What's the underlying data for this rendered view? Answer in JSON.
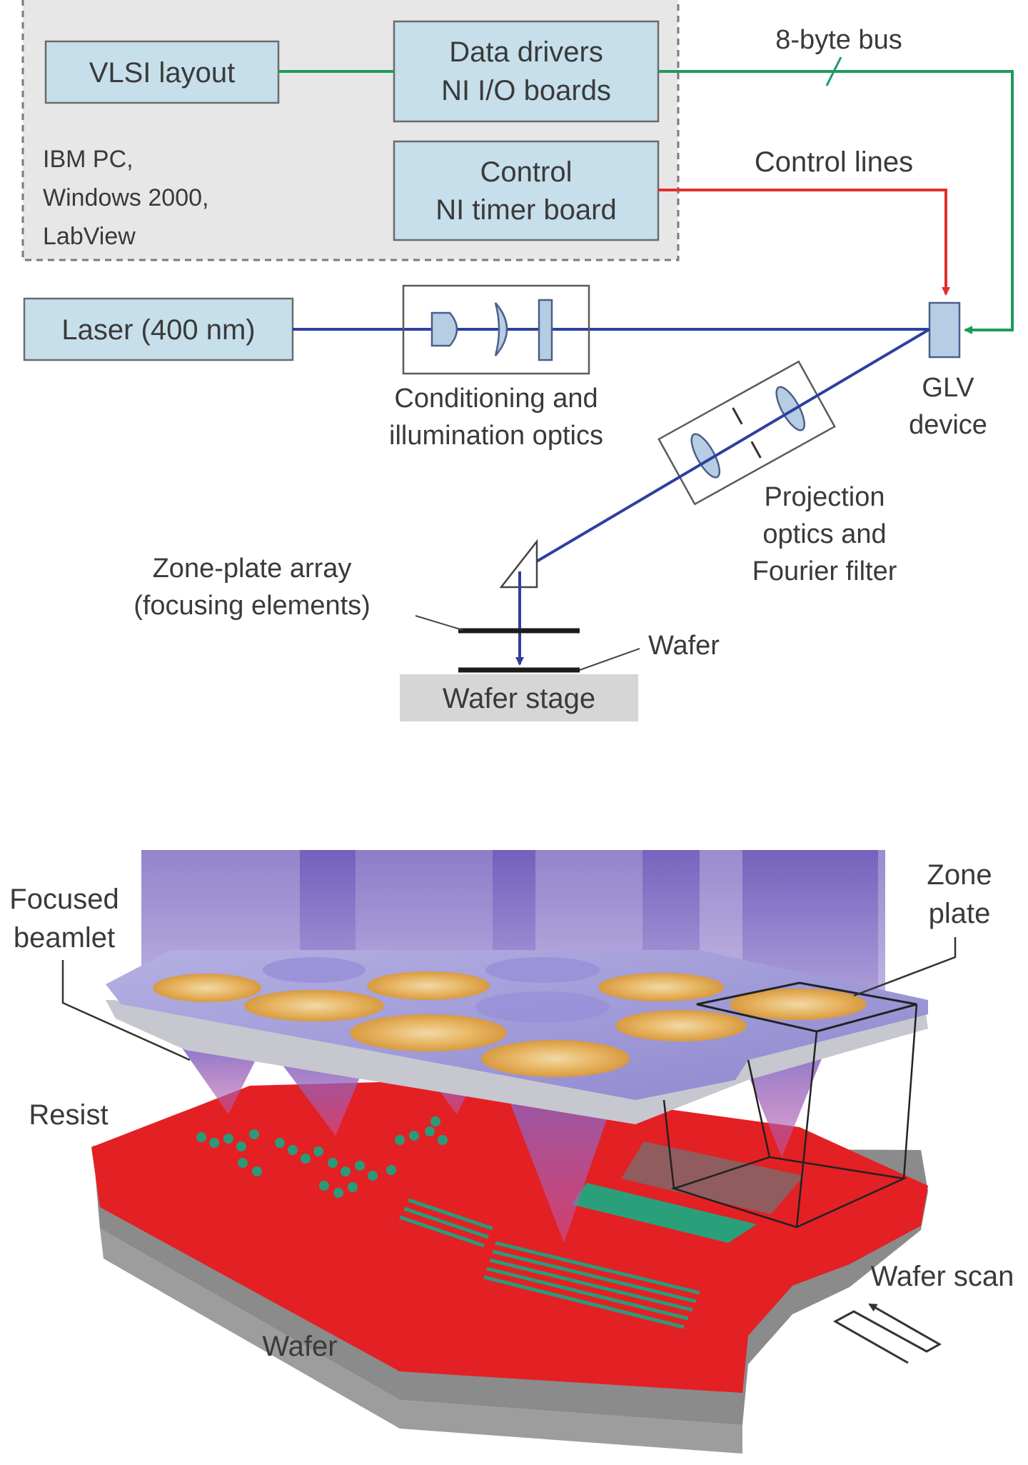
{
  "top": {
    "host": {
      "lines": [
        "IBM PC,",
        "Windows 2000,",
        "LabView"
      ]
    },
    "vlsi": "VLSI layout",
    "drivers": [
      "Data drivers",
      "NI I/O boards"
    ],
    "control": [
      "Control",
      "NI timer board"
    ],
    "bus": "8-byte bus",
    "control_lines": "Control lines",
    "laser": "Laser (400 nm)",
    "conditioning": [
      "Conditioning and",
      "illumination optics"
    ],
    "glv": [
      "GLV",
      "device"
    ],
    "projection": [
      "Projection",
      "optics and",
      "Fourier filter"
    ],
    "zone_array": [
      "Zone-plate array",
      "(focusing elements)"
    ],
    "wafer": "Wafer",
    "stage": "Wafer stage"
  },
  "bottom": {
    "focused": [
      "Focused",
      "beamlet"
    ],
    "zone_plate": [
      "Zone",
      "plate"
    ],
    "resist": "Resist",
    "wafer_scan": "Wafer scan",
    "wafer": "Wafer"
  },
  "colors": {
    "box_fill": "#c6dfea",
    "host_fill": "#e7e7e7",
    "green_line": "#1f9a5c",
    "red_line": "#e03030",
    "blue_line": "#2e3fa0",
    "resist": "#e32024",
    "lens": "#b7cde4",
    "zoneplate": "#e9b96e"
  }
}
